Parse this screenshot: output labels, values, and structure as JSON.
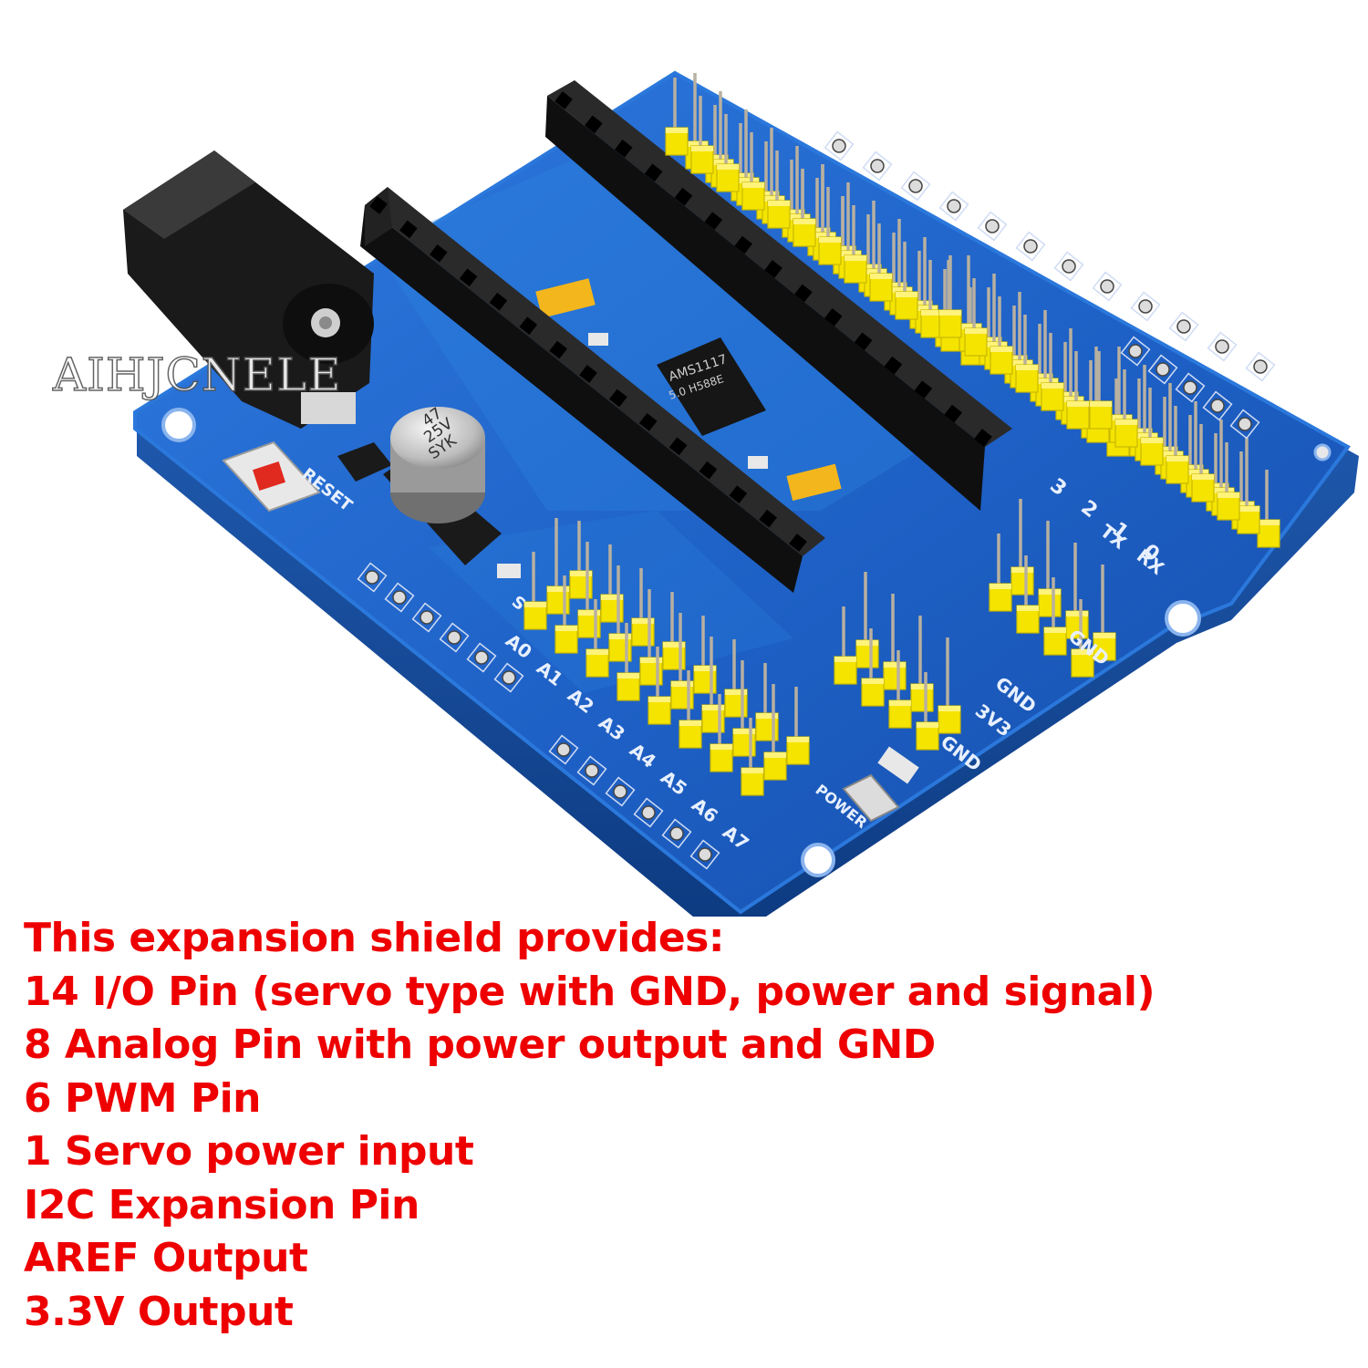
{
  "watermark": "AIHJCNELE",
  "board_labels": {
    "reset": "RESET",
    "cap_value": "47",
    "cap_voltage": "25V",
    "cap_brand": "SYK",
    "regulator": "AMS1117",
    "regulator_code": "5.0 H588E",
    "analog_pins": [
      "A0",
      "A1",
      "A2",
      "A3",
      "A4",
      "A5",
      "A6",
      "A7"
    ],
    "digital_pins": [
      "3",
      "2",
      "1",
      "0"
    ],
    "tx": "TX",
    "rx": "RX",
    "gnd_1": "GND",
    "gnd_2": "GND",
    "gnd_3": "GND",
    "v33": "3V3",
    "power": "POWER",
    "s_mark": "S"
  },
  "colors": {
    "pcb": "#1d5fc4",
    "header_yellow": "#f5e400",
    "socket_black": "#141414",
    "text_red": "#ee0000"
  },
  "features": [
    "This expansion shield provides:",
    "14 I/O Pin (servo type with GND, power and signal)",
    "8 Analog Pin with power output and GND",
    "6 PWM Pin",
    "1 Servo power input",
    "I2C Expansion Pin",
    "AREF Output",
    "3.3V Output"
  ]
}
